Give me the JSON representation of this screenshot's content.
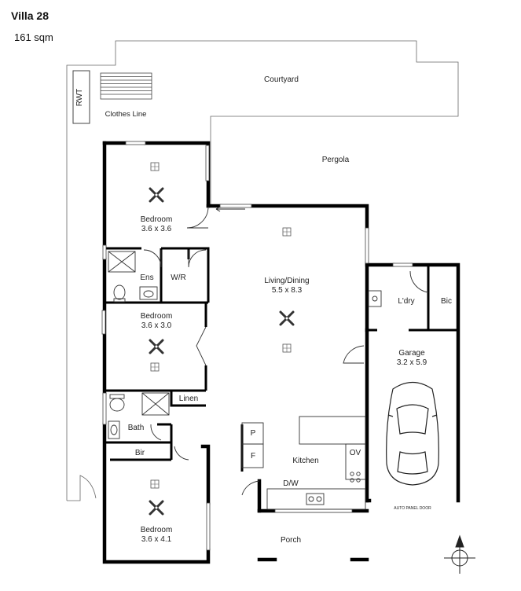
{
  "header": {
    "title": "Villa 28",
    "area": "161 sqm"
  },
  "labels": {
    "courtyard": "Courtyard",
    "rwt": "RWT",
    "clothes_line": "Clothes Line",
    "pergola": "Pergola",
    "bedroom1": "Bedroom",
    "bedroom1_size": "3.6 x 3.6",
    "ens": "Ens",
    "wir": "W/R",
    "bedroom2": "Bedroom",
    "bedroom2_size": "3.6 x 3.0",
    "linen": "Linen",
    "bath": "Bath",
    "bir": "Bir",
    "bedroom3": "Bedroom",
    "bedroom3_size": "3.6 x 4.1",
    "living": "Living/Dining",
    "living_size": "5.5 x 8.3",
    "kitchen": "Kitchen",
    "pantry_p": "P",
    "fridge_f": "F",
    "dw": "D/W",
    "ov": "OV",
    "laundry": "L'dry",
    "bic": "Bic",
    "garage": "Garage",
    "garage_size": "3.2 x 5.9",
    "auto_door": "AUTO PANEL DOOR",
    "porch": "Porch"
  }
}
